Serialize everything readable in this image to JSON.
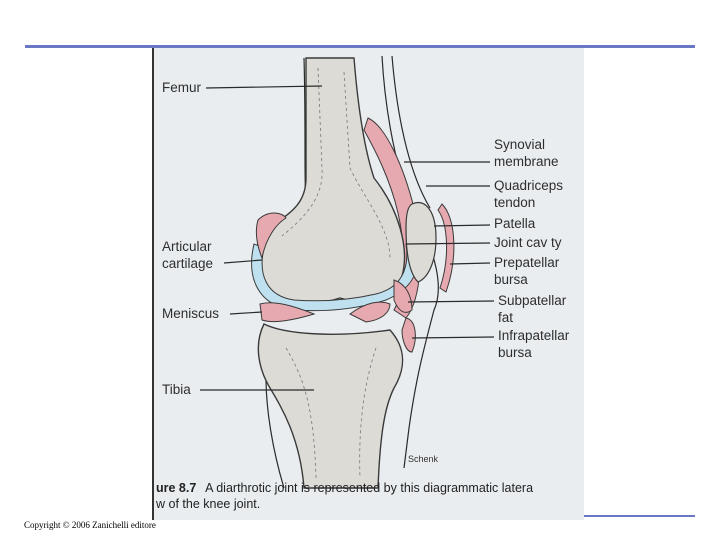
{
  "colors": {
    "rule": "#6a77c4",
    "bone": "#dddbd6",
    "synovial_fluid": "#bfe0ef",
    "pink_tissue": "#e7a9b0",
    "outline": "#3a3a3a"
  },
  "labels": {
    "femur": "Femur",
    "articular_cartilage_1": "Articular",
    "articular_cartilage_2": "cartilage",
    "meniscus": "Meniscus",
    "tibia": "Tibia",
    "synovial_membrane_1": "Synovial",
    "synovial_membrane_2": "membrane",
    "quadriceps_tendon_1": "Quadriceps",
    "quadriceps_tendon_2": "tendon",
    "patella": "Patella",
    "joint_cavity": "Joint cav ty",
    "prepatellar_bursa_1": "Prepatellar",
    "prepatellar_bursa_2": "bursa",
    "subpatellar_fat_1": "Subpatellar",
    "subpatellar_fat_2": "fat",
    "infrapatellar_bursa_1": "Infrapatellar",
    "infrapatellar_bursa_2": "bursa"
  },
  "signature": "Schenk",
  "caption": {
    "figure_number": "ure 8.7",
    "line1_text": "A diarthrotic joint is represented by this diagrammatic latera",
    "line2_text": "w of the knee joint."
  },
  "copyright": "Copyright © 2006 Zanichelli editore"
}
